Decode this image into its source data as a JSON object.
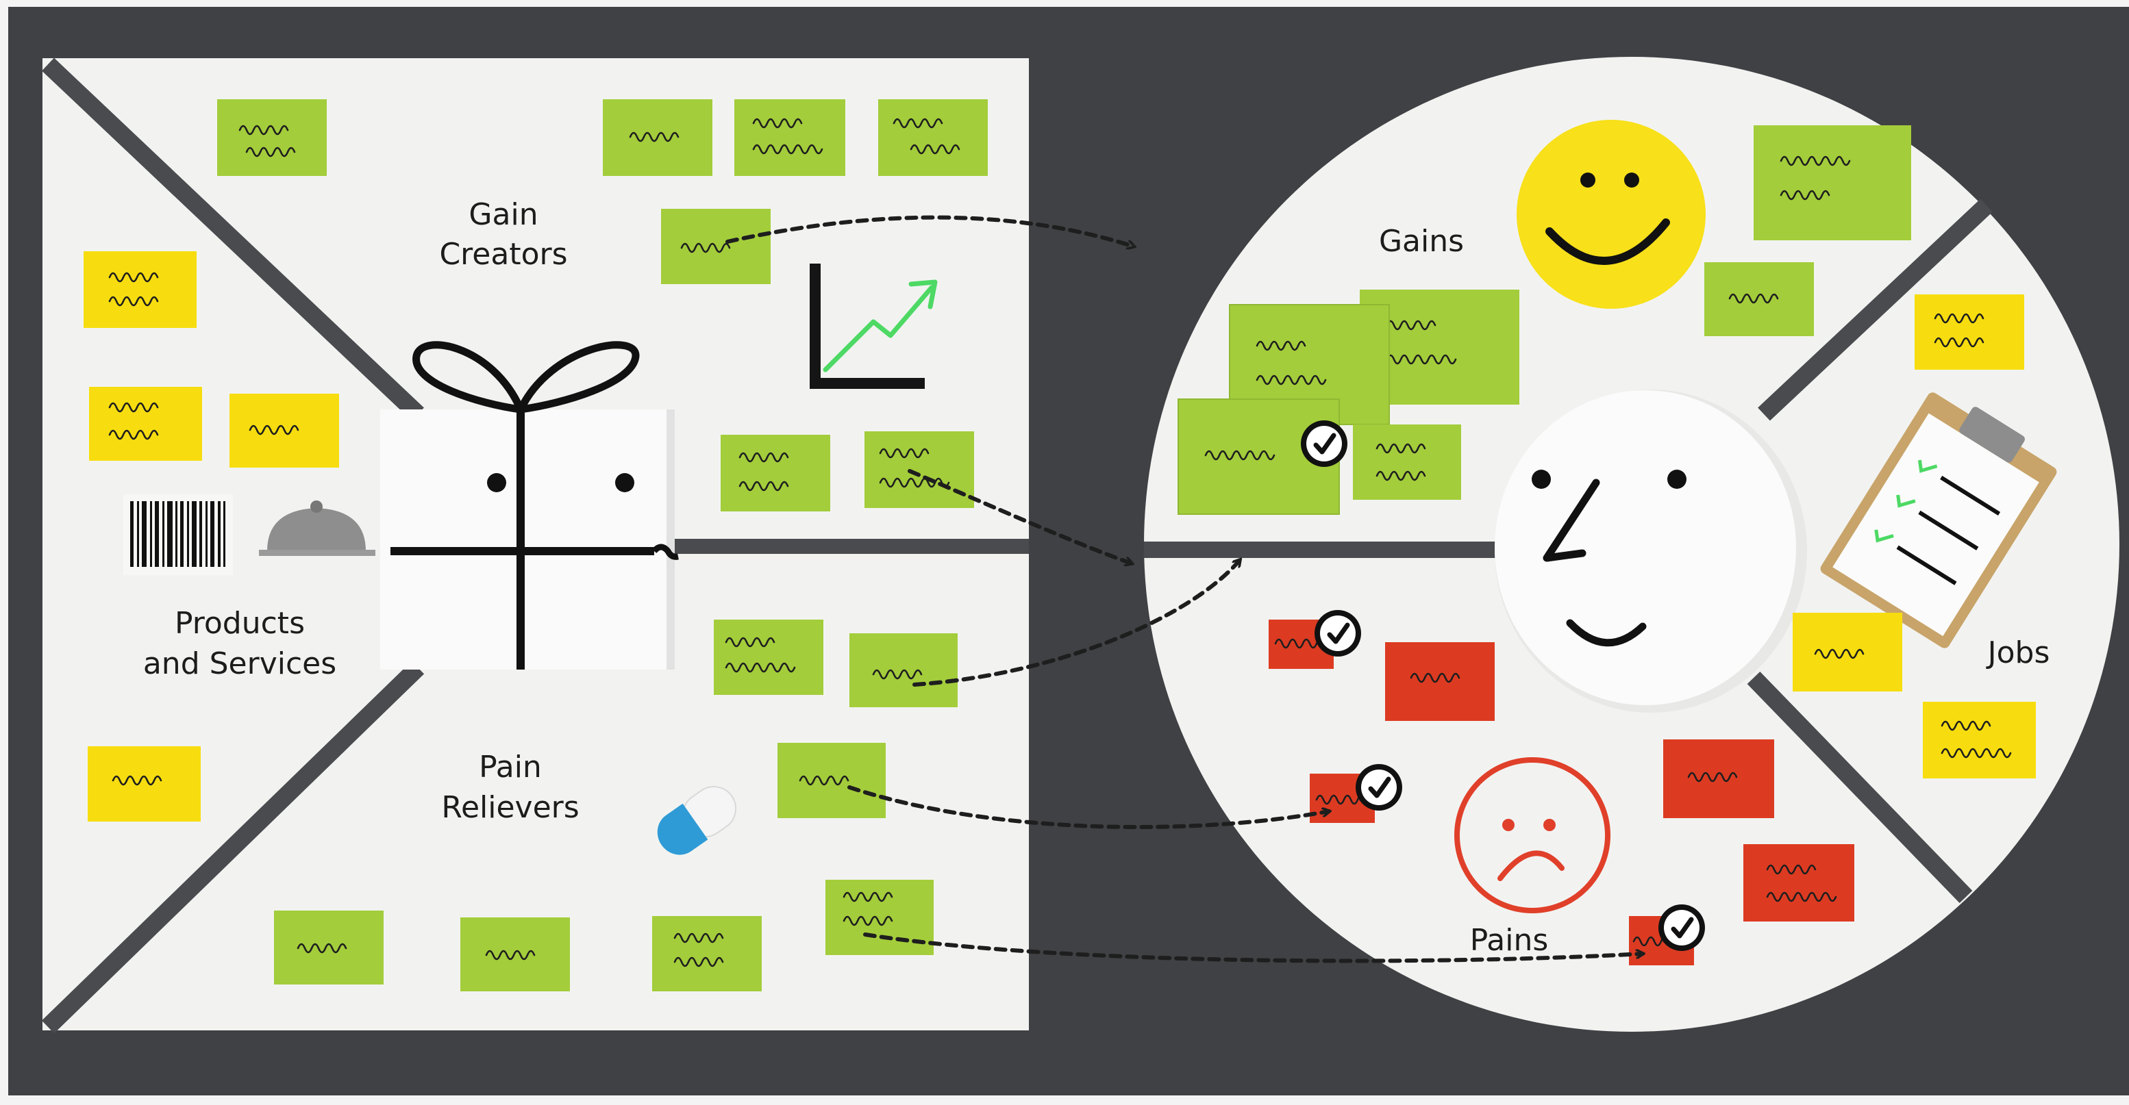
{
  "colors": {
    "board": "#404144",
    "paper": "#f2f3f1",
    "divider": "#4a4b4e",
    "note_green": "#a3cd3b",
    "note_yellow": "#f7dd0f",
    "note_red": "#dc3b22",
    "smile_yellow": "#f8e01a",
    "sad_red": "#e0402a",
    "chart_green": "#4dd964"
  },
  "value_map": {
    "title_gain_creators": [
      "Gain",
      "Creators"
    ],
    "title_products_services": [
      "Products",
      "and Services"
    ],
    "title_pain_relievers": [
      "Pain",
      "Relievers"
    ],
    "icons": [
      "gift-box-icon",
      "barcode-icon",
      "cloche-icon",
      "growth-chart-icon",
      "pill-capsule-icon"
    ]
  },
  "customer_profile": {
    "label_gains": "Gains",
    "label_pains": "Pains",
    "label_jobs": "Jobs",
    "icons": [
      "customer-face-icon",
      "smiley-face-icon",
      "sad-face-icon",
      "clipboard-checklist-icon",
      "checkmark-icon"
    ]
  }
}
